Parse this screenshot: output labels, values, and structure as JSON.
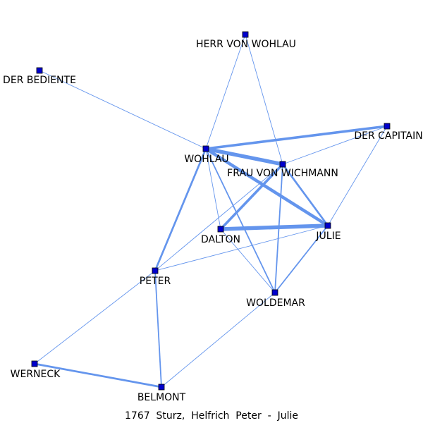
{
  "caption": "1767  Sturz,  Helfrich  Peter  -  Julie",
  "colors": {
    "edge": "#6495ed",
    "node_fill": "#0000cd",
    "node_stroke": "#000000",
    "label": "#000000"
  },
  "nodes": [
    {
      "id": "herr",
      "label": "HERR VON WOHLAU"
    },
    {
      "id": "bediente",
      "label": "DER BEDIENTE"
    },
    {
      "id": "capitain",
      "label": "DER CAPITAIN"
    },
    {
      "id": "wohlau",
      "label": "WOHLAU"
    },
    {
      "id": "wichmann",
      "label": "FRAU VON WICHMANN"
    },
    {
      "id": "dalton",
      "label": "DALTON"
    },
    {
      "id": "julie",
      "label": "JULIE"
    },
    {
      "id": "peter",
      "label": "PETER"
    },
    {
      "id": "woldemar",
      "label": "WOLDEMAR"
    },
    {
      "id": "werneck",
      "label": "WERNECK"
    },
    {
      "id": "belmont",
      "label": "BELMONT"
    }
  ],
  "edges": [
    {
      "source": "wohlau",
      "target": "julie",
      "weight": 5
    },
    {
      "source": "wohlau",
      "target": "wichmann",
      "weight": 6
    },
    {
      "source": "dalton",
      "target": "julie",
      "weight": 6
    },
    {
      "source": "wohlau",
      "target": "capitain",
      "weight": 4
    },
    {
      "source": "wichmann",
      "target": "dalton",
      "weight": 4
    },
    {
      "source": "wichmann",
      "target": "julie",
      "weight": 3
    },
    {
      "source": "wohlau",
      "target": "peter",
      "weight": 3
    },
    {
      "source": "wohlau",
      "target": "woldemar",
      "weight": 2
    },
    {
      "source": "wichmann",
      "target": "woldemar",
      "weight": 2
    },
    {
      "source": "julie",
      "target": "woldemar",
      "weight": 2
    },
    {
      "source": "peter",
      "target": "belmont",
      "weight": 2
    },
    {
      "source": "werneck",
      "target": "belmont",
      "weight": 3
    },
    {
      "source": "bediente",
      "target": "wohlau",
      "weight": 1
    },
    {
      "source": "herr",
      "target": "wohlau",
      "weight": 1
    },
    {
      "source": "herr",
      "target": "wichmann",
      "weight": 1
    },
    {
      "source": "capitain",
      "target": "wichmann",
      "weight": 1
    },
    {
      "source": "capitain",
      "target": "julie",
      "weight": 1
    },
    {
      "source": "wohlau",
      "target": "dalton",
      "weight": 1
    },
    {
      "source": "wichmann",
      "target": "peter",
      "weight": 1
    },
    {
      "source": "peter",
      "target": "julie",
      "weight": 1
    },
    {
      "source": "dalton",
      "target": "woldemar",
      "weight": 1
    },
    {
      "source": "peter",
      "target": "werneck",
      "weight": 1
    },
    {
      "source": "woldemar",
      "target": "belmont",
      "weight": 1
    }
  ]
}
